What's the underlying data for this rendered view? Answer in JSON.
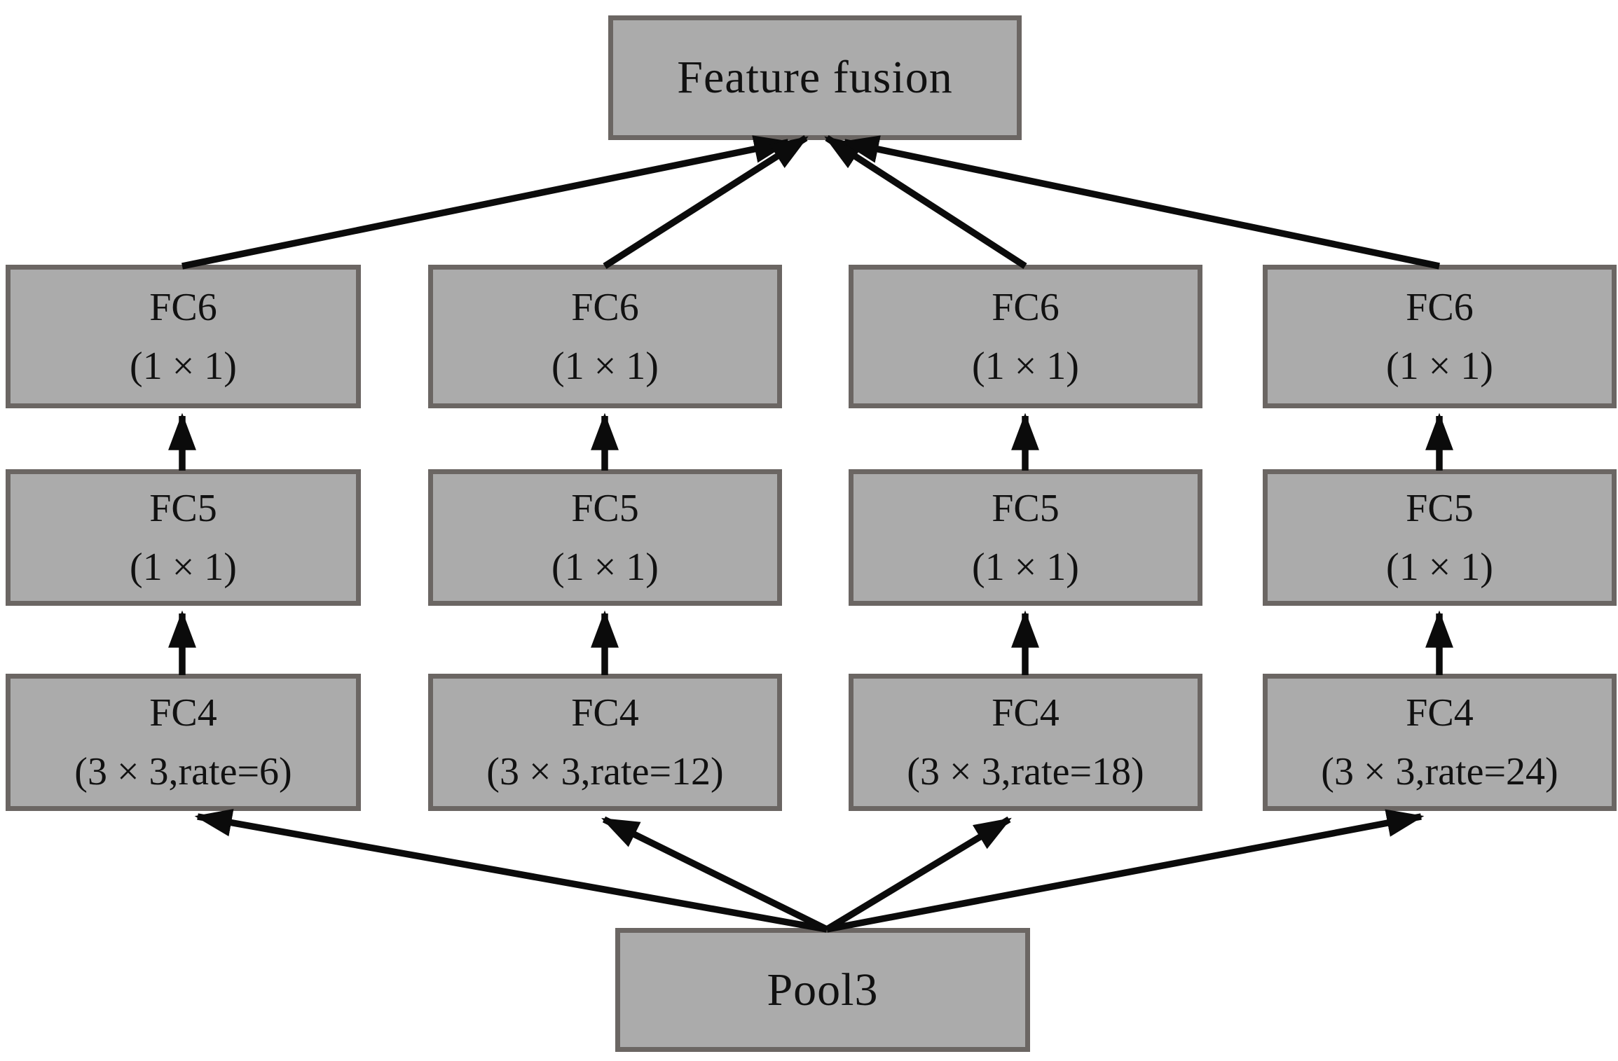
{
  "nodes": {
    "feature_fusion": {
      "label": "Feature fusion"
    },
    "pool3": {
      "label": "Pool3"
    },
    "branches": [
      {
        "fc6_title": "FC6",
        "fc6_sub": "(1 × 1)",
        "fc5_title": "FC5",
        "fc5_sub": "(1 × 1)",
        "fc4_title": "FC4",
        "fc4_sub": "(3 × 3,rate=6)"
      },
      {
        "fc6_title": "FC6",
        "fc6_sub": "(1 × 1)",
        "fc5_title": "FC5",
        "fc5_sub": "(1 × 1)",
        "fc4_title": "FC4",
        "fc4_sub": "(3 × 3,rate=12)"
      },
      {
        "fc6_title": "FC6",
        "fc6_sub": "(1 × 1)",
        "fc5_title": "FC5",
        "fc5_sub": "(1 × 1)",
        "fc4_title": "FC4",
        "fc4_sub": "(3 × 3,rate=18)"
      },
      {
        "fc6_title": "FC6",
        "fc6_sub": "(1 × 1)",
        "fc5_title": "FC5",
        "fc5_sub": "(1 × 1)",
        "fc4_title": "FC4",
        "fc4_sub": "(3 × 3,rate=24)"
      }
    ]
  },
  "colors": {
    "box_fill": "#ababab",
    "box_border": "#6b6663",
    "arrow": "#0b0b0b",
    "text": "#111111",
    "background": "#ffffff"
  }
}
